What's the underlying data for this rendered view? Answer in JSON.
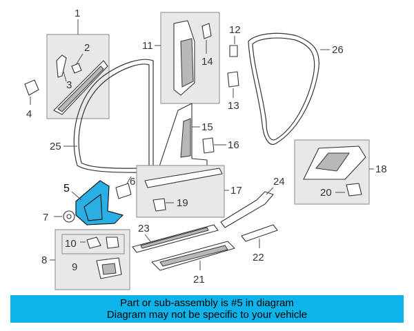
{
  "diagram": {
    "callouts": {
      "c1": "1",
      "c2": "2",
      "c3": "3",
      "c4": "4",
      "c5": "5",
      "c6": "6",
      "c7": "7",
      "c8": "8",
      "c9": "9",
      "c10": "10",
      "c11": "11",
      "c12": "12",
      "c13": "13",
      "c14": "14",
      "c15": "15",
      "c16": "16",
      "c17": "17",
      "c18": "18",
      "c19": "19",
      "c20": "20",
      "c21": "21",
      "c22": "22",
      "c23": "23",
      "c24": "24",
      "c25": "25",
      "c26": "26"
    },
    "highlight_color": "#2aaee4"
  },
  "banner": {
    "line1": "Part or sub-assembly is #5 in diagram",
    "line2": "Diagram may not be specific to your vehicle",
    "background": "#0eb3ea"
  }
}
